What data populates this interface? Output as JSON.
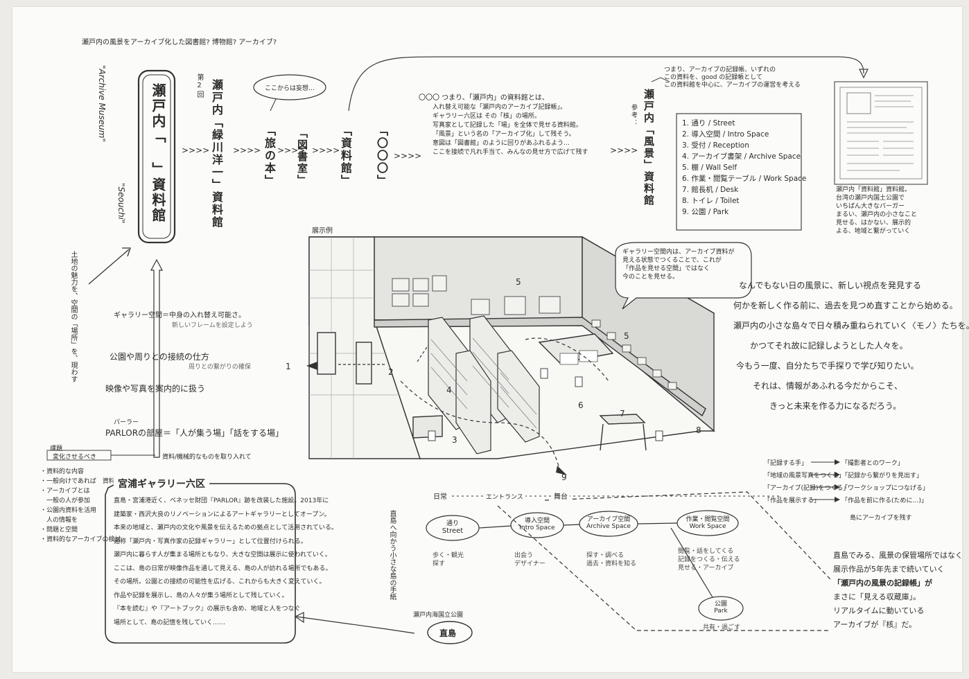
{
  "header": {
    "question": "瀬戸内の風景をアーカイブ化した図書館? 博物館? アーカイブ?"
  },
  "concept": {
    "side_label_en": "\"Seouchi\"",
    "side_label_en2": "\"Archive Museum\"",
    "main_title": "瀬戸内「 」資料館",
    "stage_num": "第2回",
    "name1": "瀬戸内「緑川洋一」資料館",
    "thought": "ここからは妄想…",
    "name2": "「旅の本」",
    "name3": "「図書室」",
    "name4": "「資料館」",
    "name5": "「〇〇〇」",
    "arrows": ">>>>",
    "archive_heading": "〇〇〇 つまり、「瀬戸内」の資料館とは、",
    "archive_lines": [
      "入れ替え可能な「瀬戸内のアーカイブ記録帳」。",
      "ギャラリー六区は その「核」の場所。",
      "写真家として記録した「場」を全体で見せる資料館。",
      "「風景」という名の「アーカイブ化」して残そう。",
      "意図は「図書館」のように回りがあふれるよう…",
      "ここを接続で凡れ手当て、みんなの見せ方で広げて残す"
    ],
    "final_top": "参考：",
    "final_name": "瀬戸内「風景」資料館"
  },
  "top_note": [
    "つまり、アーカイブの記録帳、いずれの",
    "この資料を、good の記録帳として",
    "この資料館を中心に、アーカイブの運営を考える"
  ],
  "room_list": {
    "items": [
      "1. 通り / Street",
      "2. 導入空間 / Intro Space",
      "3. 受付 / Reception",
      "4. アーカイブ書架 / Archive Space",
      "5. 棚 / Wall Self",
      "6. 作業・閲覧テーブル / Work Space",
      "7. 館長机 / Desk",
      "8. トイレ / Toilet",
      "9. 公園 / Park"
    ]
  },
  "right_note": [
    "瀬戸内「資料館」資料館。",
    "台湾の瀬戸内国土公園で",
    "いちばん大きなバーガー",
    "まるい、瀬戸内の小さなこと",
    "見せる、はかない、展示的",
    "よる、地域と繋がっていく"
  ],
  "room_drawing": {
    "title": "展示例",
    "speech": [
      "ギャラリー空間内は、アーカイブ資料が",
      "見える状態でつくることで、これが",
      "「作品を見せる空間」ではなく",
      "今のことを見せる。"
    ],
    "labels": [
      "1",
      "2",
      "3",
      "4",
      "5",
      "5",
      "6",
      "7",
      "8",
      "9"
    ]
  },
  "left_notes": {
    "vertical_side": "土地の魅力を、空間の「場所」を、現わす",
    "line1": "ギャラリー空間＝中身の入れ替え可能さ。",
    "line1_sub": "新しいフレームを設定しよう",
    "line2": "公園や周りとの接続の仕方",
    "line2_sub": "周りとの繋がりの確保",
    "line3": "映像や写真を案内的に扱う",
    "line4_pre": "パーラー",
    "line4": "PARLORの部屋＝「人が集う場」「話をする場」",
    "line5": "資料/機械的なものを取り入れて",
    "small_box": "変化させるべき",
    "small_box_top": "課題",
    "bullets": [
      "・資料的な内容",
      "・一般向けであれば　資料の紹介",
      "・アーカイブとは",
      "　一般の人が参加",
      "・公園内資料を活用",
      "　人の情報を",
      "・問題と空間",
      "・資料的なアーカイブの検討"
    ]
  },
  "gallery": {
    "title": "宮浦ギャラリー六区",
    "paragraph": [
      "直島・宮浦港近く、ベネッセ財団『PARLOR』跡を改装した施設。2013年に",
      "建築家・西沢大良のリノベーションによるアートギャラリーとしてオープン。",
      "本来の地域と、瀬戸内の文化や風景を伝えるための拠点として活用されている。",
      "通称「瀬戸内・写真作家の記録ギャラリー」として位置付けられる。",
      "瀬戸内に暮らす人が集まる場所ともなり、大きな空間は展示に使われていく。",
      "ここは、島の日常が映像作品を通して見える、島の人が訪れる場所でもある。",
      "その場所。公園との接続の可能性を広げる、これからも大きく変えていく。",
      "作品や記録を展示し、島の人々が集う場所として残していく。",
      "『本を読む』や『アートブック』の展示も含め、地域と人をつなぐ",
      "場所として、島の記憶を残していく……"
    ]
  },
  "bottom_vertical": "直島へ向かう小さな島の手紙",
  "naoshima": {
    "caption": "瀬戸内海国立公園",
    "label": "直島"
  },
  "flow": {
    "row_labels": [
      "日常",
      "エントランス",
      "舞台"
    ],
    "nodes": [
      {
        "ja": "通り",
        "en": "Street"
      },
      {
        "ja": "導入空間",
        "en": "Intro Space"
      },
      {
        "ja": "アーカイブ空間",
        "en": "Archive Space"
      },
      {
        "ja": "作業・閲覧空間",
        "en": "Work Space"
      },
      {
        "ja": "公園",
        "en": "Park"
      }
    ],
    "subs": [
      "歩く・観光\n探す",
      "出会う\nデザイナー",
      "探す・調べる\n過去・資料を知る",
      "閲覧・話をしてくる\n記録をつくる・伝える\n見せる・アーカイブ",
      "共有・過ごす"
    ]
  },
  "right_paragraph": [
    "なんでもない日の風景に、新しい視点を発見する",
    "何かを新しく作る前に、過去を見つめ直すことから始める。",
    "瀬戸内の小さな島々で日々積み重ねられていく〈モノ〉たちを。",
    "かつてそれ故に記録しようとした人々を。",
    "今もう一度、自分たちで手探りで学び知りたい。",
    "それは、情報があふれる今だからこそ、",
    "きっと未来を作る力になるだろう。"
  ],
  "mapping": [
    {
      "from": "「記録する手」",
      "to": "「撮影者とのワーク」"
    },
    {
      "from": "「地域の風景写真をつくる」",
      "to": "「記録から繋がりを見出す」"
    },
    {
      "from": "「アーカイブ(記録)をつくる」",
      "to": "「ワークショップにつなげる」"
    },
    {
      "from": "「作品を展示する」",
      "to": "「作品を前に作る(ために…)」"
    }
  ],
  "mapping_tail": "島にアーカイブを残す",
  "closing": [
    "直島でみる、風景の保管場所ではなく",
    "展示作品が5年先まで続いていく",
    "「瀬戸内の風景の記録帳」が",
    "まさに「見える収蔵庫」。",
    "リアルタイムに動いている",
    "アーカイブが『核』だ。"
  ]
}
